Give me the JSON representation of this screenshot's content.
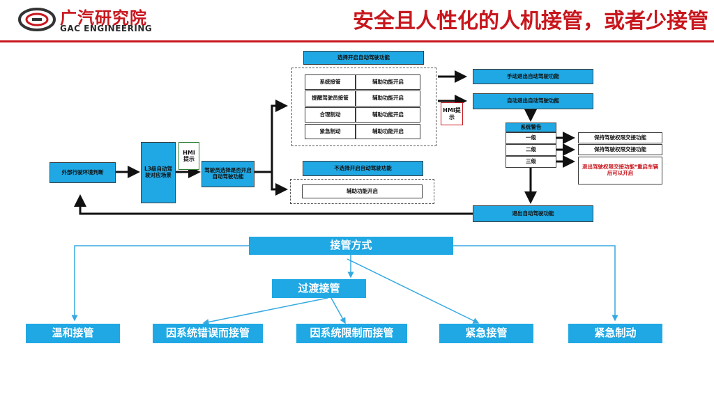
{
  "header": {
    "logo_cn": "广汽研究院",
    "logo_en": "GAC ENGINEERING",
    "title": "安全且人性化的人机接管，或者少接管"
  },
  "flow": {
    "external_env": "外部行驶环境判断",
    "l3_scene": "L3级自动驾驶对应场景",
    "hmi_1": "HMI提示",
    "driver_choice": "驾驶员选择是否开启自动驾驶功能",
    "enable_title": "选择开启自动驾驶功能",
    "enable_table": [
      {
        "left": "系统接管",
        "right": "辅助功能开启"
      },
      {
        "left": "提醒驾驶员接管",
        "right": "辅助功能开启"
      },
      {
        "left": "合理制动",
        "right": "辅助功能开启"
      },
      {
        "left": "紧急制动",
        "right": "辅助功能开启"
      }
    ],
    "disable_title": "不选择开启自动驾驶功能",
    "disable_assist": "辅助功能开启",
    "manual_exit": "手动退出自动驾驶功能",
    "auto_exit": "自动退出自动驾驶功能",
    "hmi_2": "HMI提示",
    "system_warning": "系统警告",
    "levels": [
      "一级",
      "二级",
      "三级"
    ],
    "level_actions": [
      "保持驾驶权限交接功能",
      "保持驾驶权限交接功能",
      "退出驾驶权限交接功能*重启车辆后可以开启"
    ],
    "exit_auto": "退出自动驾驶功能"
  },
  "takeover": {
    "root": "接管方式",
    "transition": "过渡接管",
    "modes": [
      "温和接管",
      "因系统错误而接管",
      "因系统限制而接管",
      "紧急接管",
      "紧急制动"
    ]
  },
  "colors": {
    "brand_red": "#c8161d",
    "box_blue": "#1fa8e4",
    "connector_blue": "#36a9e1"
  }
}
